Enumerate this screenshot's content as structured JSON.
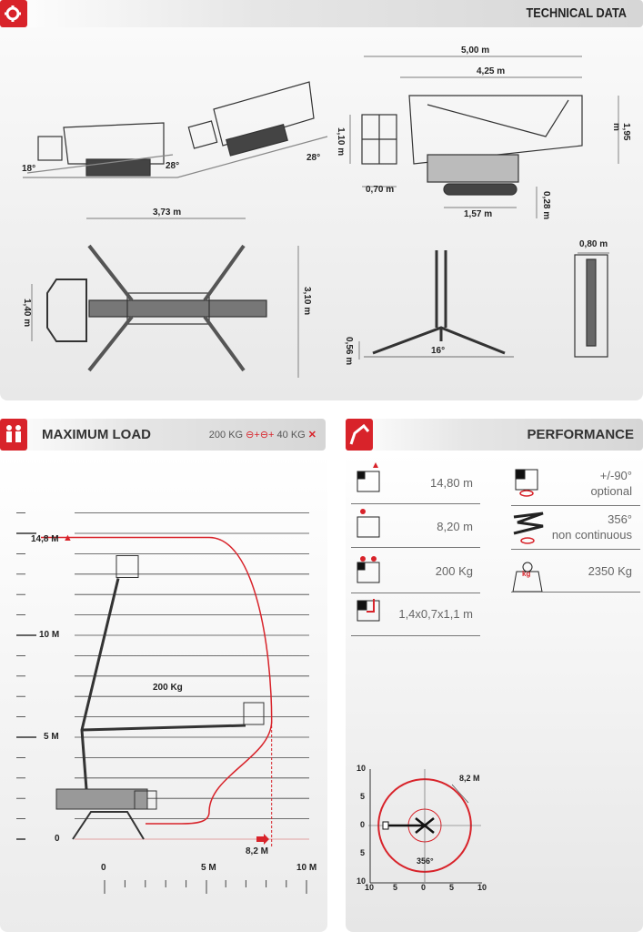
{
  "technical": {
    "title": "TECHNICAL DATA",
    "icon": "gear-icon",
    "dims": {
      "total_length": "5,00 m",
      "length": "4,25 m",
      "height": "1,95 m",
      "basket_height": "1,10 m",
      "basket_depth": "0,70 m",
      "track_length": "1,57 m",
      "ground_clearance": "0,28 m",
      "angle_side": "18°",
      "angle_slope": "28°",
      "angle_slope2": "28°",
      "outrigger_span": "3,73 m",
      "basket_width": "1,40 m",
      "outrigger_width": "3,10 m",
      "outrigger_height": "0,56 m",
      "outrigger_angle": "16°",
      "width": "0,80 m"
    }
  },
  "load": {
    "title": "MAXIMUM LOAD",
    "capacity": {
      "a": "200 KG",
      "plus1": "+",
      "plus2": "+",
      "b": "40 KG"
    },
    "y_labels": [
      "14,8 M",
      "10 M",
      "5 M",
      "0"
    ],
    "x_labels": [
      "0",
      "5 M",
      "10 M"
    ],
    "reach_label": "8,2 M",
    "load_label": "200 Kg",
    "max_height_m": 14.8,
    "max_reach_m": 8.2
  },
  "performance": {
    "title": "PERFORMANCE",
    "left": [
      {
        "icon": "working-height-icon",
        "value": "14,80 m"
      },
      {
        "icon": "outreach-icon",
        "value": "8,20 m"
      },
      {
        "icon": "basket-capacity-icon",
        "value": "200 Kg"
      },
      {
        "icon": "basket-size-icon",
        "value": "1,4x0,7x1,1 m"
      }
    ],
    "right": [
      {
        "icon": "basket-rotation-icon",
        "value": "+/-90°",
        "sub": "optional"
      },
      {
        "icon": "turret-rotation-icon",
        "value": "356°",
        "sub": "non continuous"
      },
      {
        "icon": "weight-icon",
        "value": "2350 Kg",
        "badge": "kg"
      }
    ],
    "polar": {
      "y_ticks": [
        "10",
        "5",
        "0",
        "5",
        "10"
      ],
      "x_ticks": [
        "10",
        "5",
        "0",
        "5",
        "10"
      ],
      "radius_label": "8,2 M",
      "rotation_label": "356°"
    }
  },
  "colors": {
    "accent": "#d8232a"
  }
}
